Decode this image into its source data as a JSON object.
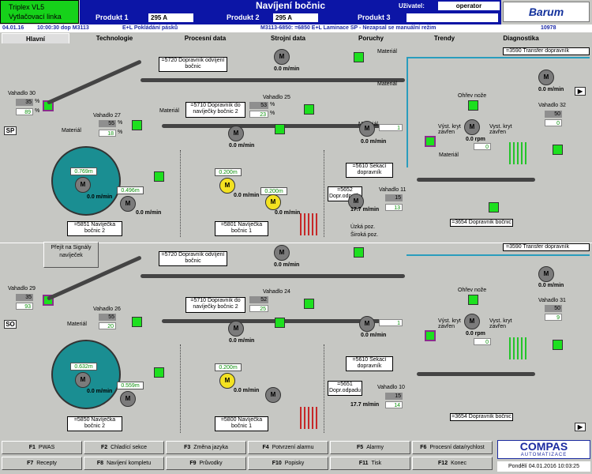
{
  "header": {
    "brand_line1": "Triplex VL5",
    "brand_line2": "Vytlačovací linka",
    "title": "Navíjení bočnic",
    "user_label": "Uživatel:",
    "user_name": "operator",
    "product1_label": "Produkt 1",
    "product1_value": "295 A",
    "product2_label": "Produkt 2",
    "product2_value": "295 A",
    "product3_label": "Produkt 3",
    "product3_value": "",
    "logo": "Barum"
  },
  "status": {
    "date": "04.01.16",
    "time_shift": "10:00:30 dop M3113",
    "left_msg": "E+L Pokládání pásků",
    "right_msg": "M3113-6850: =6850 E+L Laminace SP - Nezapsal se manuální režim",
    "code": "10978"
  },
  "nav": [
    "Hlavní",
    "Technologie",
    "Procesní data",
    "Strojní data",
    "Poruchy",
    "Trendy",
    "Diagnostika"
  ],
  "common": {
    "speed": "0.0 m/min",
    "rpm": "0.0 rpm",
    "material": "Materiál",
    "heating": "Ohřev nože",
    "cover_left": "Výst. kryt zavřen",
    "cover_right": "Vyst. kryt zavřen",
    "goto_btn": "Přejít na Signály navíječek",
    "waste_pos": "Úzká poz.",
    "wide_pos": "Široká poz."
  },
  "top": {
    "side": "SP",
    "conveyor_5720": "=5720 Dopravník odvíjení bočnic",
    "conveyor_5710": "=5710 Dopravník do navíječky bočnic 2",
    "cutter": "=5610 Sekací dopravník",
    "waste": "=5652 Dopr.odpadu",
    "transfer": "=3590 Transfer dopravník",
    "conv3654": "=3654 Dopravník bočnic",
    "winder2": "=5851 Navíječka bočnic 2",
    "winder1": "=5801 Navíječka bočnic 1",
    "vahadlo30": "Vahadlo 30",
    "v30_a": "35",
    "v30_b": "89",
    "vahadlo27": "Vahadlo 27",
    "v27_a": "55",
    "v27_b": "18",
    "vahadlo25": "Vahadlo 25",
    "v25_a": "53",
    "v25_b": "23",
    "vahadlo11": "Vahadlo 11",
    "v11_a": "15",
    "v11_b": "13",
    "vahadlo32": "Vahadlo 32",
    "v32_a": "50",
    "v32_b": "0",
    "drum_big": "0.769m",
    "drum_small": "0.496m",
    "w1_big": "0.200m",
    "w1_small": "0.200m",
    "mid_pct": "1",
    "right_pct": "0",
    "waste_speed": "17.7 m/min"
  },
  "bottom": {
    "side": "SO",
    "conveyor_5720": "=5720 Dopravník odvíjení bočnic",
    "conveyor_5710": "=5710 Dopravník do navíječky bočnic 2",
    "cutter": "=5610 Sekací dopravník",
    "waste": "=5651 Dopr.odpadu",
    "transfer": "=3590 Transfer dopravník",
    "conv3654": "=3654 Dopravník bočnic",
    "winder2": "=5850 Navíječka bočnic 2",
    "winder1": "=5800 Navíječka bočnic 1",
    "vahadlo29": "Vahadlo 29",
    "v29_a": "35",
    "v29_b": "93",
    "vahadlo26": "Vahadlo 26",
    "v26_a": "55",
    "v26_b": "20",
    "vahadlo24": "Vahadlo 24",
    "v24_a": "52",
    "v24_b": "25",
    "vahadlo10": "Vahadlo 10",
    "v10_a": "15",
    "v10_b": "14",
    "vahadlo31": "Vahadlo 31",
    "v31_a": "50",
    "v31_b": "9",
    "drum_big": "0.632m",
    "drum_small": "0.559m",
    "w1_big": "0.200m",
    "mid_pct": "1",
    "right_pct": "0",
    "waste_speed": "17.7 m/min"
  },
  "footer": {
    "buttons": [
      {
        "key": "F1",
        "label": "PWAS"
      },
      {
        "key": "F2",
        "label": "Chladící sekce"
      },
      {
        "key": "F3",
        "label": "Změna jazyka"
      },
      {
        "key": "F4",
        "label": "Potvrzení alarmu"
      },
      {
        "key": "F5",
        "label": "Alarmy"
      },
      {
        "key": "F6",
        "label": "Procesní data/rychlost"
      },
      {
        "key": "F7",
        "label": "Recepty"
      },
      {
        "key": "F8",
        "label": "Navíjení kompletu"
      },
      {
        "key": "F9",
        "label": "Průvodky"
      },
      {
        "key": "F10",
        "label": "Popisky"
      },
      {
        "key": "F11",
        "label": "Tisk"
      },
      {
        "key": "F12",
        "label": "Konec"
      }
    ],
    "compas": "COMPAS",
    "compas_sub": "AUTOMATIZACE",
    "day": "Pondělí",
    "date": "04.01.2016",
    "time": "10:03:25"
  },
  "colors": {
    "header_blue": "#0c15a6",
    "brand_green": "#16d21a",
    "drum_teal": "#1a8e92",
    "active_green": "#1de01f",
    "motor_yellow": "#f3e221"
  }
}
